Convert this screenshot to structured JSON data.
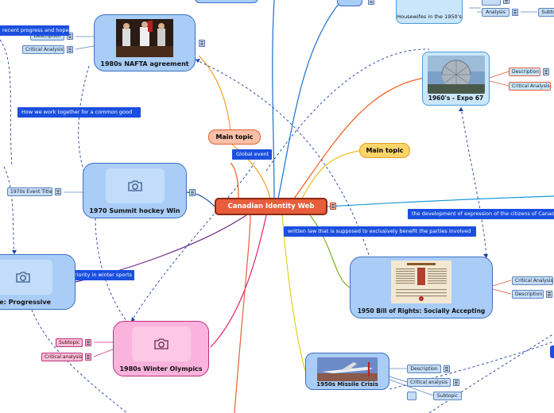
{
  "central": {
    "title": "Canadian Identity Web"
  },
  "main_topics": [
    {
      "label": "Main topic"
    },
    {
      "label": "Main topic"
    }
  ],
  "nodes": {
    "nafta": {
      "title": "1980s NAFTA agreement",
      "tags": [
        "Description",
        "Critical Analysis"
      ]
    },
    "hockey": {
      "title": "1970 Summit hockey Win",
      "tags": [
        "1970s Event Title"
      ]
    },
    "medicare": {
      "title": "edicare: Progressive"
    },
    "olympics": {
      "title": "1980s Winter Olympics",
      "tags": [
        "Subtopic",
        "Critical analysis"
      ]
    },
    "missile": {
      "title": "1950s Missile Crisis",
      "tags": [
        "Description",
        "Critical analysis",
        "Subtopic"
      ]
    },
    "rights": {
      "title": "1950 Bill of Rights: Socially Accepting",
      "tags": [
        "Critical Analysis",
        "Description"
      ]
    },
    "expo": {
      "title": "1960's - Expo 67",
      "tags": [
        "Description",
        "Critical Analysis"
      ]
    },
    "housewives": {
      "title": "Housewifes in the 1950's",
      "tags": [
        "Analysis",
        "Subto"
      ]
    }
  },
  "notes": {
    "progress": "recent progress and hope",
    "together": "How we work together for a common good",
    "global": "Global event",
    "winter": "riority in winter sports",
    "law": "written law that is supposed to exclusively benefit the parties involved",
    "expression": "the development of expression of the citizens of Canad"
  },
  "colors": {
    "central": "#e85d3b",
    "node_blue": "#a9cdf7",
    "node_pink": "#f9b3dc",
    "note_blue": "#1a4fe0"
  }
}
